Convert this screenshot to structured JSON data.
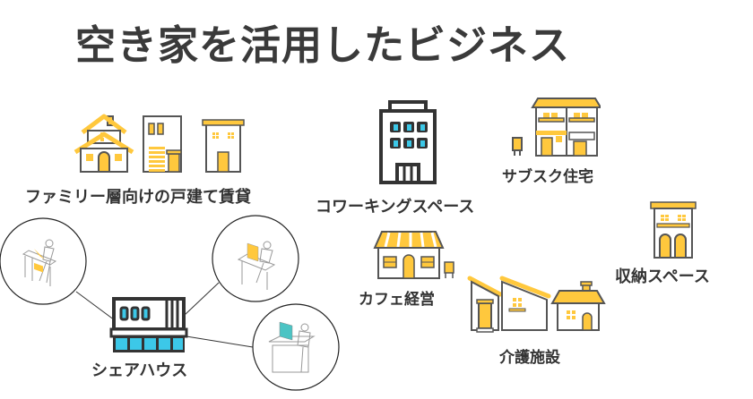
{
  "title": "空き家を活用したビジネス",
  "colors": {
    "accent_yellow": "#FFC83D",
    "accent_blue": "#3CC8E8",
    "outline": "#555555",
    "text": "#333333"
  },
  "items": [
    {
      "label": "ファミリー層向けの戸建て賃貸",
      "icon": "houses-icon"
    },
    {
      "label": "コワーキングスペース",
      "icon": "office-building-icon"
    },
    {
      "label": "サブスク住宅",
      "icon": "townhouse-icon"
    },
    {
      "label": "収納スペース",
      "icon": "storage-building-icon"
    },
    {
      "label": "シェアハウス",
      "icon": "share-house-icon"
    },
    {
      "label": "カフェ経営",
      "icon": "cafe-icon"
    },
    {
      "label": "介護施設",
      "icon": "care-facility-icon"
    }
  ]
}
